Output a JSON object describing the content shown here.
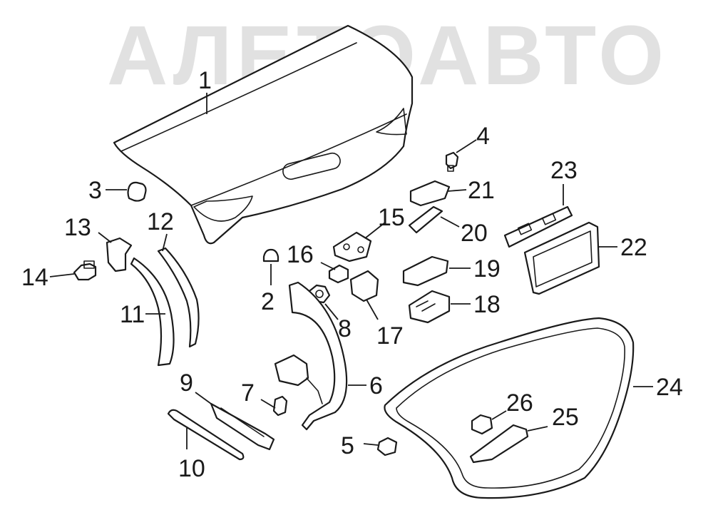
{
  "watermark": {
    "text": "АЛЕТОАВТО",
    "color": "#bdbdbd"
  },
  "callouts": [
    {
      "id": "1",
      "label": "1"
    },
    {
      "id": "2",
      "label": "2"
    },
    {
      "id": "3",
      "label": "3"
    },
    {
      "id": "4",
      "label": "4"
    },
    {
      "id": "5",
      "label": "5"
    },
    {
      "id": "6",
      "label": "6"
    },
    {
      "id": "7",
      "label": "7"
    },
    {
      "id": "8",
      "label": "8"
    },
    {
      "id": "9",
      "label": "9"
    },
    {
      "id": "10",
      "label": "10"
    },
    {
      "id": "11",
      "label": "11"
    },
    {
      "id": "12",
      "label": "12"
    },
    {
      "id": "13",
      "label": "13"
    },
    {
      "id": "14",
      "label": "14"
    },
    {
      "id": "15",
      "label": "15"
    },
    {
      "id": "16",
      "label": "16"
    },
    {
      "id": "17",
      "label": "17"
    },
    {
      "id": "18",
      "label": "18"
    },
    {
      "id": "19",
      "label": "19"
    },
    {
      "id": "20",
      "label": "20"
    },
    {
      "id": "21",
      "label": "21"
    },
    {
      "id": "22",
      "label": "22"
    },
    {
      "id": "23",
      "label": "23"
    },
    {
      "id": "24",
      "label": "24"
    },
    {
      "id": "25",
      "label": "25"
    },
    {
      "id": "26",
      "label": "26"
    }
  ],
  "colors": {
    "line": "#1a1a1a",
    "background": "#ffffff"
  }
}
